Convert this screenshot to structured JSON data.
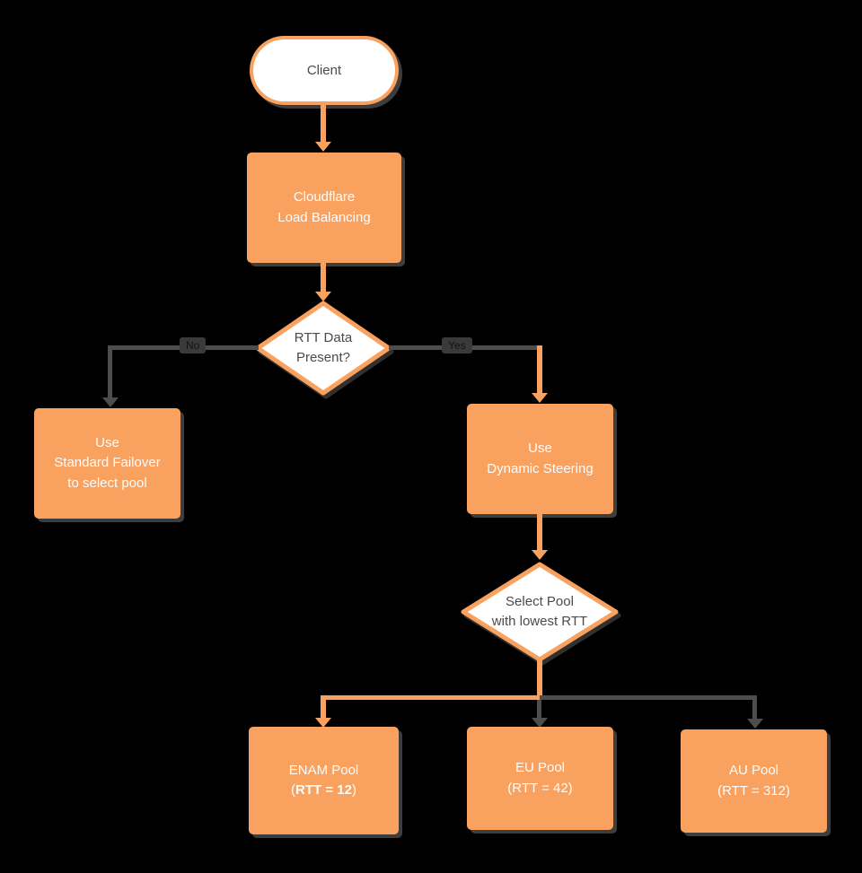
{
  "diagram": {
    "background_color": "#000000",
    "colors": {
      "node_fill": "#F9A15E",
      "node_text": "#FFFFFF",
      "decision_fill": "#FFFFFF",
      "decision_border": "#F9A15E",
      "decision_text": "#4A4A4A",
      "connector_primary": "#F9A15E",
      "connector_secondary": "#4D4D4D",
      "edge_label_bg": "#3A3A3A",
      "edge_label_text": "#141414"
    },
    "nodes": {
      "client": {
        "label": "Client"
      },
      "load_balancing": {
        "lines": [
          "Cloudflare",
          "Load Balancing"
        ]
      },
      "rtt_decision": {
        "lines": [
          "RTT Data",
          "Present?"
        ]
      },
      "standard_failover": {
        "lines": [
          "Use",
          "Standard Failover",
          "to select pool"
        ]
      },
      "dynamic_steering": {
        "lines": [
          "Use",
          "Dynamic Steering"
        ]
      },
      "select_pool": {
        "lines": [
          "Select Pool",
          "with lowest RTT"
        ]
      },
      "enam_pool": {
        "line1": "ENAM Pool",
        "line2_prefix": "(",
        "line2_bold": "RTT = 12",
        "line2_suffix": ")"
      },
      "eu_pool": {
        "lines": [
          "EU Pool",
          "(RTT = 42)"
        ]
      },
      "au_pool": {
        "lines": [
          "AU Pool",
          "(RTT = 312)"
        ]
      }
    },
    "edges": {
      "no_label": "No",
      "yes_label": "Yes"
    }
  }
}
